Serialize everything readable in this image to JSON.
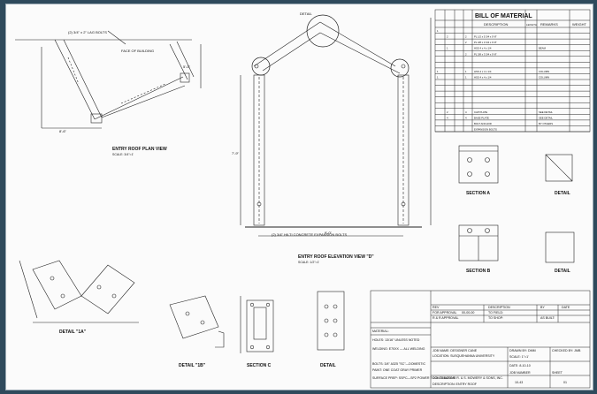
{
  "bill": {
    "title": "BILL OF MATERIAL",
    "headers": {
      "description": "DESCRIPTION",
      "remarks": "REMARKS",
      "weight": "WEIGHT",
      "length": "LENGTH"
    },
    "rows": [
      [
        "1",
        "",
        "",
        "",
        "",
        "",
        "",
        ""
      ],
      [
        "",
        "2",
        "",
        "2",
        "PL 1/2 x 5 3/4 x 0'-8\"",
        "",
        "",
        ""
      ],
      [
        "",
        "",
        "",
        "2",
        "PL 3/8 x 3 3/4 x 0'-8\"",
        "",
        "",
        ""
      ],
      [
        "",
        "1",
        "",
        "",
        "HSS 4 x 4 x 1/4",
        "",
        "BEAM",
        ""
      ],
      [
        "",
        "",
        "",
        "2",
        "PL 3/8 x 3 3/4 x 0'-8\"",
        "",
        "",
        ""
      ],
      [
        "",
        "",
        "",
        "",
        "",
        "",
        "",
        ""
      ],
      [
        "",
        "",
        "",
        "",
        "",
        "",
        "",
        ""
      ],
      [
        "1",
        "",
        "",
        "1",
        "HSS 4 x 4 x 1/4",
        "",
        "COLUMN",
        ""
      ],
      [
        "1",
        "",
        "",
        "1",
        "HSS 4 x 4 x 1/4",
        "",
        "COLUMN",
        ""
      ],
      [
        "",
        "",
        "",
        "",
        "",
        "",
        "",
        ""
      ],
      [
        "",
        "",
        "",
        "",
        "",
        "",
        "",
        ""
      ],
      [
        "",
        "",
        "",
        "",
        "",
        "",
        "",
        ""
      ],
      [
        "",
        "",
        "",
        "",
        "",
        "",
        "",
        ""
      ],
      [
        "",
        "",
        "",
        "",
        "",
        "",
        "",
        ""
      ],
      [
        "",
        "2",
        "",
        "4",
        "CAP PLATE",
        "",
        "SEE DETAIL",
        ""
      ],
      [
        "",
        "4",
        "",
        "4",
        "BASE PLATE",
        "",
        "SEE DETAIL",
        ""
      ],
      [
        "",
        "",
        "",
        "",
        "BOLT ANCHOR",
        "",
        "BY OTHERS",
        ""
      ],
      [
        "",
        "",
        "",
        "",
        "EXPANSION BOLTS",
        "",
        "",
        ""
      ]
    ]
  },
  "labels": {
    "plan_title": "ENTRY ROOF PLAN VIEW",
    "plan_scale": "SCALE: 3/4\"=1'",
    "elev_title": "ENTRY ROOF ELEVATION VIEW \"D\"",
    "elev_scale": "SCALE: 1/2\"=1'",
    "detail_a": "DETAIL",
    "bolts_top": "(2) 3/4\" x 2\" LAG BOLTS",
    "face_bldg": "FACE OF BUILDING",
    "expansion": "(2) 3/4\" HILTI CONCRETE EXPANSION BOLTS",
    "section_a": "SECTION A",
    "section_b": "SECTION B",
    "section_c": "SECTION C",
    "detail_1a": "DETAIL \"1A\"",
    "detail_1b": "DETAIL \"1B\"",
    "detail_2a": "DETAIL",
    "detail_2b": "DETAIL",
    "detail_3a": "DETAIL",
    "dim_8_6": "8'-6\"",
    "dim_9_0": "9'-0\"",
    "dim_7_9": "7'-9\"",
    "dim_5_0": "5'-0\""
  },
  "titleblock": {
    "rev": "REV",
    "description": "DESCRIPTION",
    "by": "BY",
    "date": "DATE",
    "for_approval": "FOR APPROVAL",
    "approval_date": "00-00-00",
    "r_and_r": "R & R APPROVAL",
    "to_field": "TO FIELD:",
    "to_shop": "TO SHOP:",
    "as_built": "AS BUILT:",
    "material": "MATERIAL:",
    "holes": "HOLES: 13/16\"  UNLESS NOTED",
    "welding": "WELDING: E70XX — ALL WELDING",
    "bolts": "BOLTS: 3/4\"  A325 \"SC\"—DOMESTIC",
    "paint": "PAINT: ONE COAT GRAY PRIMER",
    "surface": "SURFACE PREP: SSPC—SP2 POWER TOOL CLEANING",
    "job_name": "JOB NAME: DESIGNER CANE",
    "location": "LOCATION: SUSQUEHANNA UNIVERSITY",
    "contractor": "CONTRACTOR: R. & S. MOWERY & SONS, INC.",
    "desc_line": "DESCRIPTION: ENTRY ROOF",
    "drawn": "DRAWN BY: DMM",
    "checked": "CHECKED BY: JMB",
    "scale": "SCALE: 1\"=1'",
    "date_val": "DATE: 8-10-10",
    "job_number": "JOB NUMBER",
    "sheet": "SHEET",
    "job_no_val": "10-43",
    "sheet_val": "01"
  }
}
